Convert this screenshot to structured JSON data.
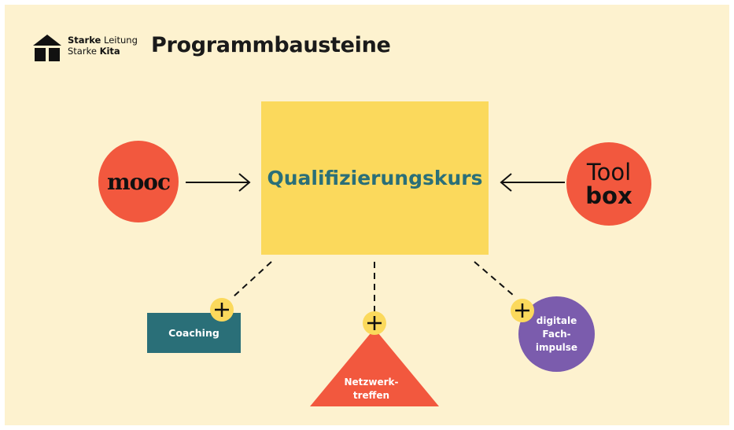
{
  "header": {
    "logo_line1_bold": "Starke",
    "logo_line1_rest": " Leitung",
    "logo_line2_rest": "Starke ",
    "logo_line2_bold": "Kita",
    "title": "Programmbausteine"
  },
  "diagram": {
    "center": "Qualifizierungskurs",
    "left_circle": "mooc",
    "right_circle_line1": "Tool",
    "right_circle_line2": "box",
    "coaching": "Coaching",
    "netzwerk_line1": "Netzwerk-",
    "netzwerk_line2": "treffen",
    "digital_line1": "digitale",
    "digital_line2": "Fach-",
    "digital_line3": "impulse"
  },
  "colors": {
    "background": "#fdf2cf",
    "yellow": "#fbd95c",
    "orange": "#f2583e",
    "teal": "#2a6f78",
    "purple": "#7b5cad"
  },
  "icons": [
    "house-logo-icon",
    "arrow-right-icon",
    "arrow-left-icon",
    "plus-icon"
  ]
}
